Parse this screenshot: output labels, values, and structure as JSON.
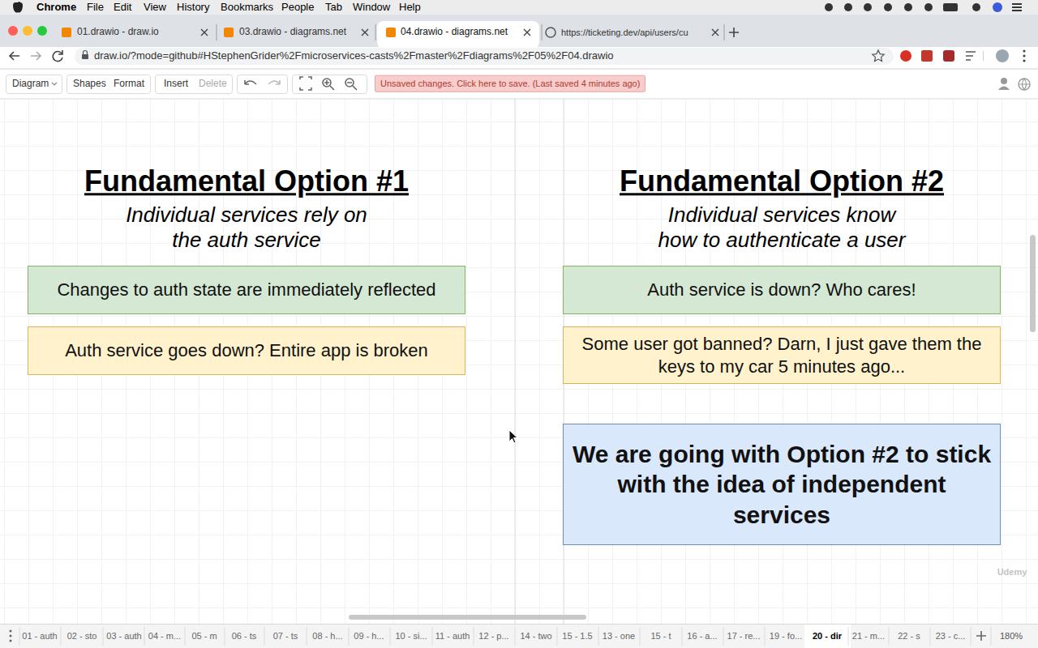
{
  "diagram": {
    "nodes": [
      {
        "text": [
          "Changes to auth state are immediately reflected"
        ]
      },
      {
        "text": [
          "Auth service goes down?  Entire app is broken"
        ]
      },
      {
        "text": [
          "Auth service is down? Who cares!"
        ]
      },
      {
        "text": [
          "Some user got banned? Darn, I just gave them the keys to my car 5 minutes ago..."
        ]
      },
      {
        "text": [
          "We are going with Option #2 to stick with the idea of independent services"
        ]
      }
    ],
    "labels": [
      "Chrome",
      "File",
      "Edit",
      "View",
      "History",
      "Bookmarks",
      "People",
      "Tab",
      "Window",
      "Help",
      "01.drawio - draw.io",
      "03.drawio - diagrams.net",
      "04.drawio - diagrams.net",
      "https://ticketing.dev/api/users/cu",
      "draw.io/?mode=github#HStephenGrider%2Fmicroservices-casts%2Fmaster%2Fdiagrams%2F05%2F04.drawio",
      "Diagram",
      "Shapes",
      "Format",
      "Insert",
      "Delete",
      "Unsaved changes. Click here to save. (Last saved 4 minutes ago)",
      "Fundamental Option #1",
      "Individual services rely on the auth service",
      "Fundamental Option #2",
      "Individual services know how to authenticate a user",
      "01 - auth",
      "02 - sto",
      "03 - auth",
      "04 - m...",
      "05 - m",
      "06 - ts",
      "07 - ts",
      "08 - h...",
      "09 - h...",
      "10 - si...",
      "11 - auth",
      "12 - p...",
      "14 - two",
      "15 - 1.5",
      "13 - one",
      "15 - t",
      "16 - a...",
      "17 - re...",
      "19 - fo...",
      "20 - dir",
      "21 - m...",
      "22 - s",
      "23 - c...",
      "180%",
      "Udemy"
    ]
  }
}
